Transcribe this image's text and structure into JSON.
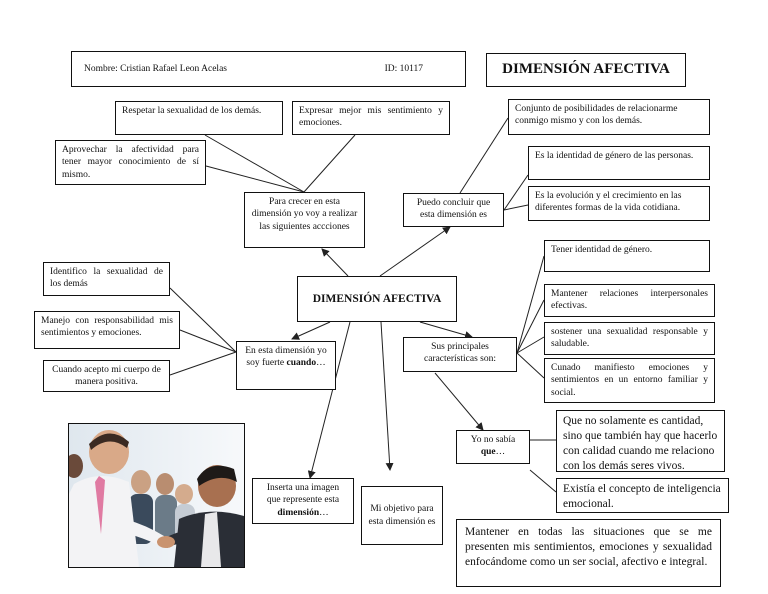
{
  "header": {
    "name_label": "Nombre: Cristian Rafael Leon Acelas",
    "id_label": "ID: 10117",
    "title": "DIMENSIÓN AFECTIVA"
  },
  "center": {
    "title": "DIMENSIÓN AFECTIVA"
  },
  "grow": {
    "prompt": "Para crecer en esta dimensión yo voy a realizar las siguientes accciones",
    "actions": [
      "Respetar la sexualidad de los demás.",
      "Expresar mejor mis sentimiento y emociones.",
      "Aprovechar la afectividad para tener mayor conocimiento de sí mismo."
    ]
  },
  "conclude": {
    "prompt": "Puedo concluir que esta dimensión es",
    "items": [
      "Conjunto de posibilidades de relacionarme conmigo mismo y con los demás.",
      "Es la identidad de género de las personas.",
      "Es la evolución y el crecimiento en las diferentes formas de la vida cotidiana."
    ]
  },
  "strong": {
    "prompt_before": "En esta dimensión yo soy fuerte ",
    "prompt_bold": "cuando",
    "prompt_after": "…",
    "items": [
      "Identifico la sexualidad de los demás",
      "Manejo con responsabilidad mis sentimientos y emociones.",
      "Cuando acepto mi cuerpo de manera positiva."
    ]
  },
  "characteristics": {
    "prompt": "Sus principales características son:",
    "items": [
      "Tener identidad de género.",
      "Mantener relaciones interpersonales efectivas.",
      "sostener una sexualidad responsable y saludable.",
      "Cunado manifiesto emociones y sentimientos en un entorno familiar y social."
    ]
  },
  "didnt_know": {
    "prompt_before": "Yo no sabía ",
    "prompt_bold": "que",
    "prompt_after": "…",
    "items": [
      "Que no solamente es cantidad, sino que también hay que hacerlo con calidad cuando me relaciono con los demás seres vivos.",
      "Existía el concepto de inteligencia emocional."
    ]
  },
  "image_prompt": {
    "before": "Inserta una imagen que represente esta ",
    "bold": "dimensión",
    "after": "…"
  },
  "objective": {
    "prompt": "Mi objetivo para esta dimensión es",
    "text": "Mantener en todas las situaciones que se me presenten mis sentimientos, emociones y sexualidad enfocándome como un ser social, afectivo e integral."
  },
  "colors": {
    "line": "#222222",
    "border": "#111111"
  }
}
